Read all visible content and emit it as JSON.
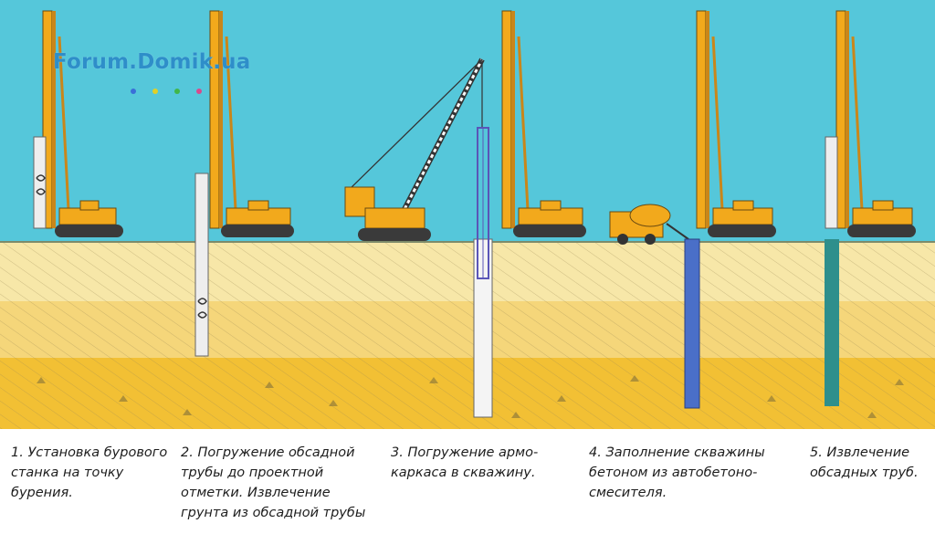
{
  "watermark": {
    "text": "Forum.Domik.ua",
    "dot_colors": [
      "#3a6fd8",
      "#e0d028",
      "#41b64a",
      "#d84a8c"
    ]
  },
  "colors": {
    "sky": "#55c7da",
    "soil_top": "#f7e7a8",
    "soil_mid": "#f5d67a",
    "soil_deep": "#f2c034",
    "rig": "#f2a91c",
    "casing": "#eeeeee",
    "concrete": "#4a6fc8",
    "pile": "#2e8f8c"
  },
  "steps": [
    {
      "label": "1. Установка бурового станка на точку бурения."
    },
    {
      "label": "2. Погружение обсадной трубы до проектной отметки. Извлечение грунта из обсадной трубы"
    },
    {
      "label": "3. Погружение армо-каркаса в скважину."
    },
    {
      "label": "4. Заполнение скважины бетоном из автобетоно-смесителя."
    },
    {
      "label": "5. Извлечение обсадных труб."
    }
  ]
}
